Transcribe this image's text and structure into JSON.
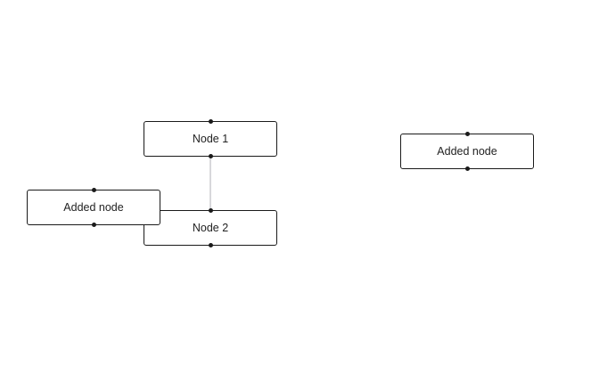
{
  "diagram": {
    "nodes": [
      {
        "id": "node-1",
        "label": "Node 1"
      },
      {
        "id": "node-2",
        "label": "Node 2"
      },
      {
        "id": "node-added-left",
        "label": "Added node"
      },
      {
        "id": "node-added-right",
        "label": "Added node"
      }
    ],
    "edges": [
      {
        "source": "node-1",
        "target": "node-2"
      }
    ],
    "colors": {
      "node_border": "#1a1a1a",
      "handle": "#1a1a1a",
      "edge": "#b1b1b7",
      "background": "#ffffff"
    }
  }
}
